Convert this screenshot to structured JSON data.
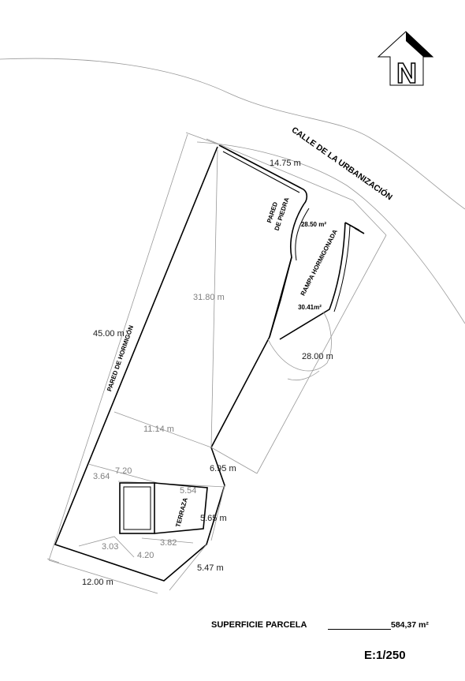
{
  "north_arrow": {
    "letter": "N"
  },
  "street_name": "CALLE DE LA URBANIZACIÓN",
  "dimensions": {
    "front_width": "14.75 m",
    "left_side": "45.00 m",
    "diagonal": "31.80 m",
    "ramp_side": "28.00 m",
    "mid_width": "11.14 m",
    "bottom_width": "12.00 m",
    "seg_6_95": "6.95 m",
    "seg_5_65": "5.65 m",
    "seg_5_47": "5.47 m",
    "house_7_20": "7.20",
    "house_3_64": "3.64",
    "house_5_54": "5.54",
    "house_3_03": "3.03",
    "house_3_82": "3.82",
    "house_4_20": "4.20"
  },
  "labels": {
    "concrete_wall": "PARED DE HORMIGÓN",
    "stone_wall_1": "PARED",
    "stone_wall_2": "DE PIEDRA",
    "area_top": "28.50  m²",
    "ramp": "RAMPA HORMIGONADA",
    "area_ramp": "30.41m²",
    "terrace": "TERRAZA"
  },
  "legend": {
    "surface_label": "SUPERFICIE PARCELA",
    "surface_value": "584,37 m²",
    "scale": "E:1/250"
  }
}
